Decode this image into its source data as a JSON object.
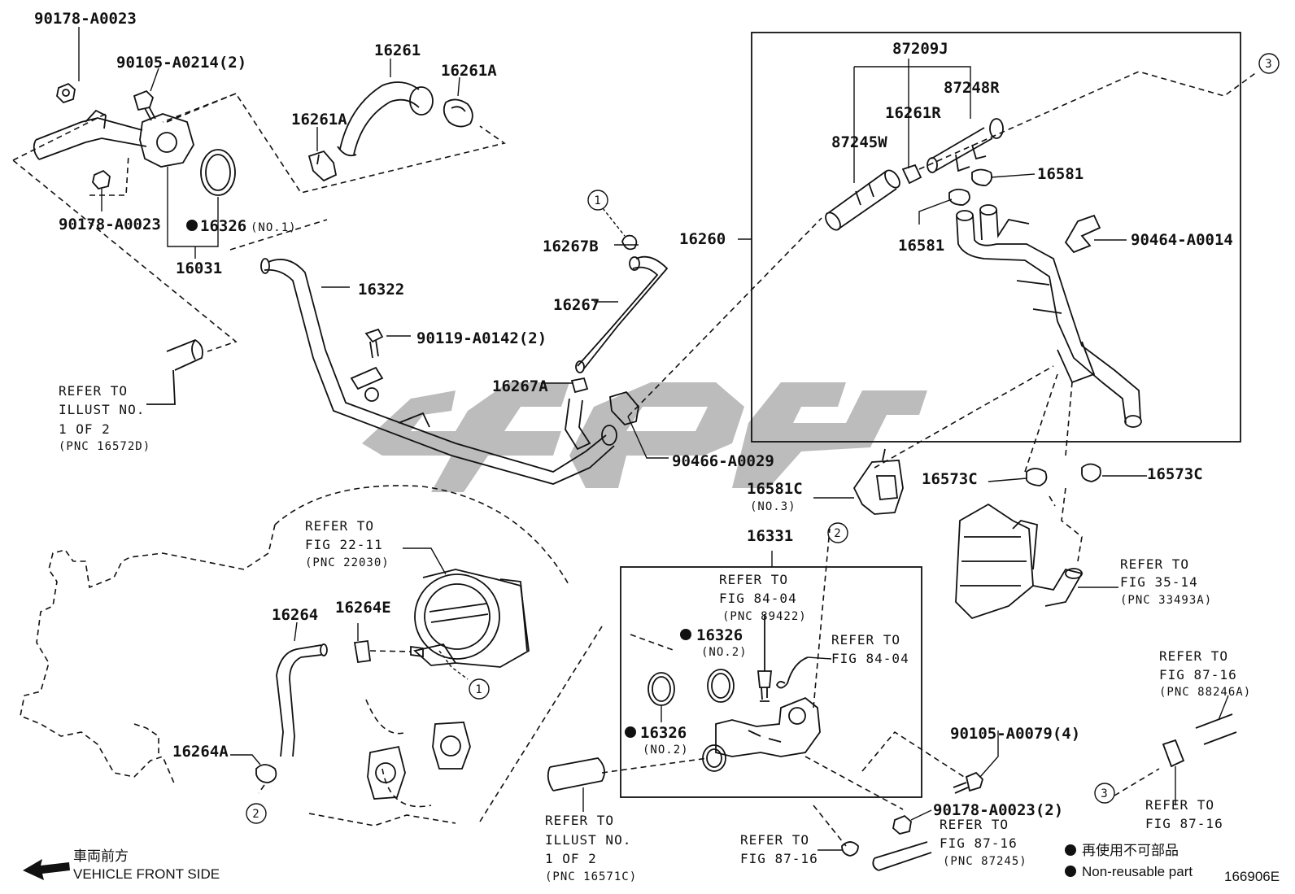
{
  "labels": {
    "p90178a": "90178-A0023",
    "p90105a": "90105-A0214(2)",
    "p16261": "16261",
    "p16261a1": "16261A",
    "p16261a2": "16261A",
    "p90178b": "90178-A0023",
    "p16326n1": "16326",
    "p16326n1_sub": "(NO.1)",
    "p16031": "16031",
    "p16322": "16322",
    "p90119": "90119-A0142(2)",
    "refer_1of2_a": [
      "REFER TO",
      "ILLUST NO.",
      "1 OF 2",
      "(PNC 16572D)"
    ],
    "p16267b": "16267B",
    "p16267": "16267",
    "p16267a": "16267A",
    "p90466": "90466-A0029",
    "p87209j": "87209J",
    "p87248r": "87248R",
    "p16261r": "16261R",
    "p87245w": "87245W",
    "p16581a": "16581",
    "p16581b": "16581",
    "p16260": "16260",
    "p90464": "90464-A0014",
    "p16581c": "16581C",
    "p16581c_sub": "(NO.3)",
    "p16573c1": "16573C",
    "p16573c2": "16573C",
    "refer_35_14": [
      "REFER TO",
      "FIG 35-14",
      "(PNC 33493A)"
    ],
    "refer_22_11": [
      "REFER TO",
      "FIG 22-11",
      "(PNC 22030)"
    ],
    "p16264": "16264",
    "p16264e": "16264E",
    "p16264a": "16264A",
    "p16331": "16331",
    "refer_84_04a": [
      "REFER TO",
      "FIG 84-04",
      "(PNC 89422)"
    ],
    "refer_84_04b": [
      "REFER TO",
      "FIG 84-04"
    ],
    "p16326n2a": "16326",
    "p16326n2a_sub": "(NO.2)",
    "p16326n2b": "16326",
    "p16326n2b_sub": "(NO.2)",
    "p90105b": "90105-A0079(4)",
    "p90178c": "90178-A0023(2)",
    "refer_87_16a": [
      "REFER TO",
      "FIG 87-16",
      "(PNC 88246A)"
    ],
    "refer_87_16b": [
      "REFER TO",
      "FIG 87-16"
    ],
    "refer_87_16c": [
      "REFER TO",
      "FIG 87-16"
    ],
    "refer_87_16d": [
      "REFER TO",
      "FIG 87-16",
      "(PNC 87245)"
    ],
    "refer_1of2_b": [
      "REFER TO",
      "ILLUST NO.",
      "1 OF 2",
      "(PNC 16571C)"
    ],
    "callout1": "1",
    "callout2": "2",
    "callout3": "3"
  },
  "legend": {
    "jp_front": "車両前方",
    "en_front": "VEHICLE FRONT SIDE",
    "jp_nonreusable": "再使用不可部品",
    "en_nonreusable": "Non-reusable part",
    "figure_id": "166906E"
  }
}
